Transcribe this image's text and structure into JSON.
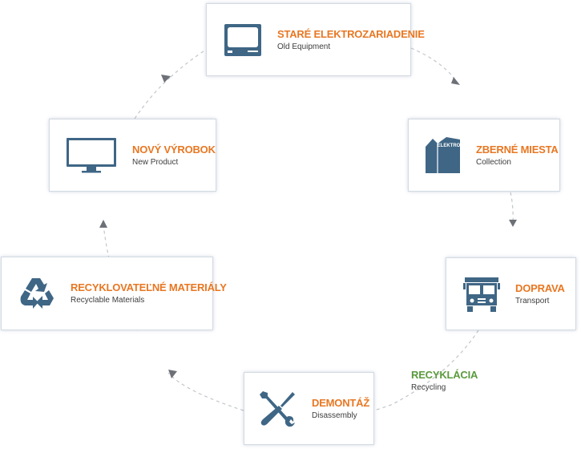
{
  "colors": {
    "title_orange": "#e87722",
    "recycling_green": "#5a9a3c",
    "icon_blue": "#3f6685",
    "card_border": "#d3dae3",
    "arrow": "#6d7177",
    "dash": "#c2c6cb"
  },
  "steps": [
    {
      "title": "STARÉ ELEKTROZARIADENIE",
      "subtitle": "Old Equipment",
      "icon": "crt-monitor-icon"
    },
    {
      "title": "ZBERNÉ MIESTA",
      "subtitle": "Collection",
      "icon": "collection-box-icon",
      "icon_text": "ELEKTRO"
    },
    {
      "title": "DOPRAVA",
      "subtitle": "Transport",
      "icon": "truck-icon"
    },
    {
      "title": "DEMONTÁŽ",
      "subtitle": "Disassembly",
      "icon": "tools-icon"
    },
    {
      "title": "RECYKLOVATEĽNÉ MATERIÁLY",
      "subtitle": "Recyclable Materials",
      "icon": "recycle-icon"
    },
    {
      "title": "NOVÝ VÝROBOK",
      "subtitle": "New Product",
      "icon": "flat-monitor-icon"
    }
  ],
  "recycling_label": {
    "title": "RECYKLÁCIA",
    "subtitle": "Recycling"
  }
}
